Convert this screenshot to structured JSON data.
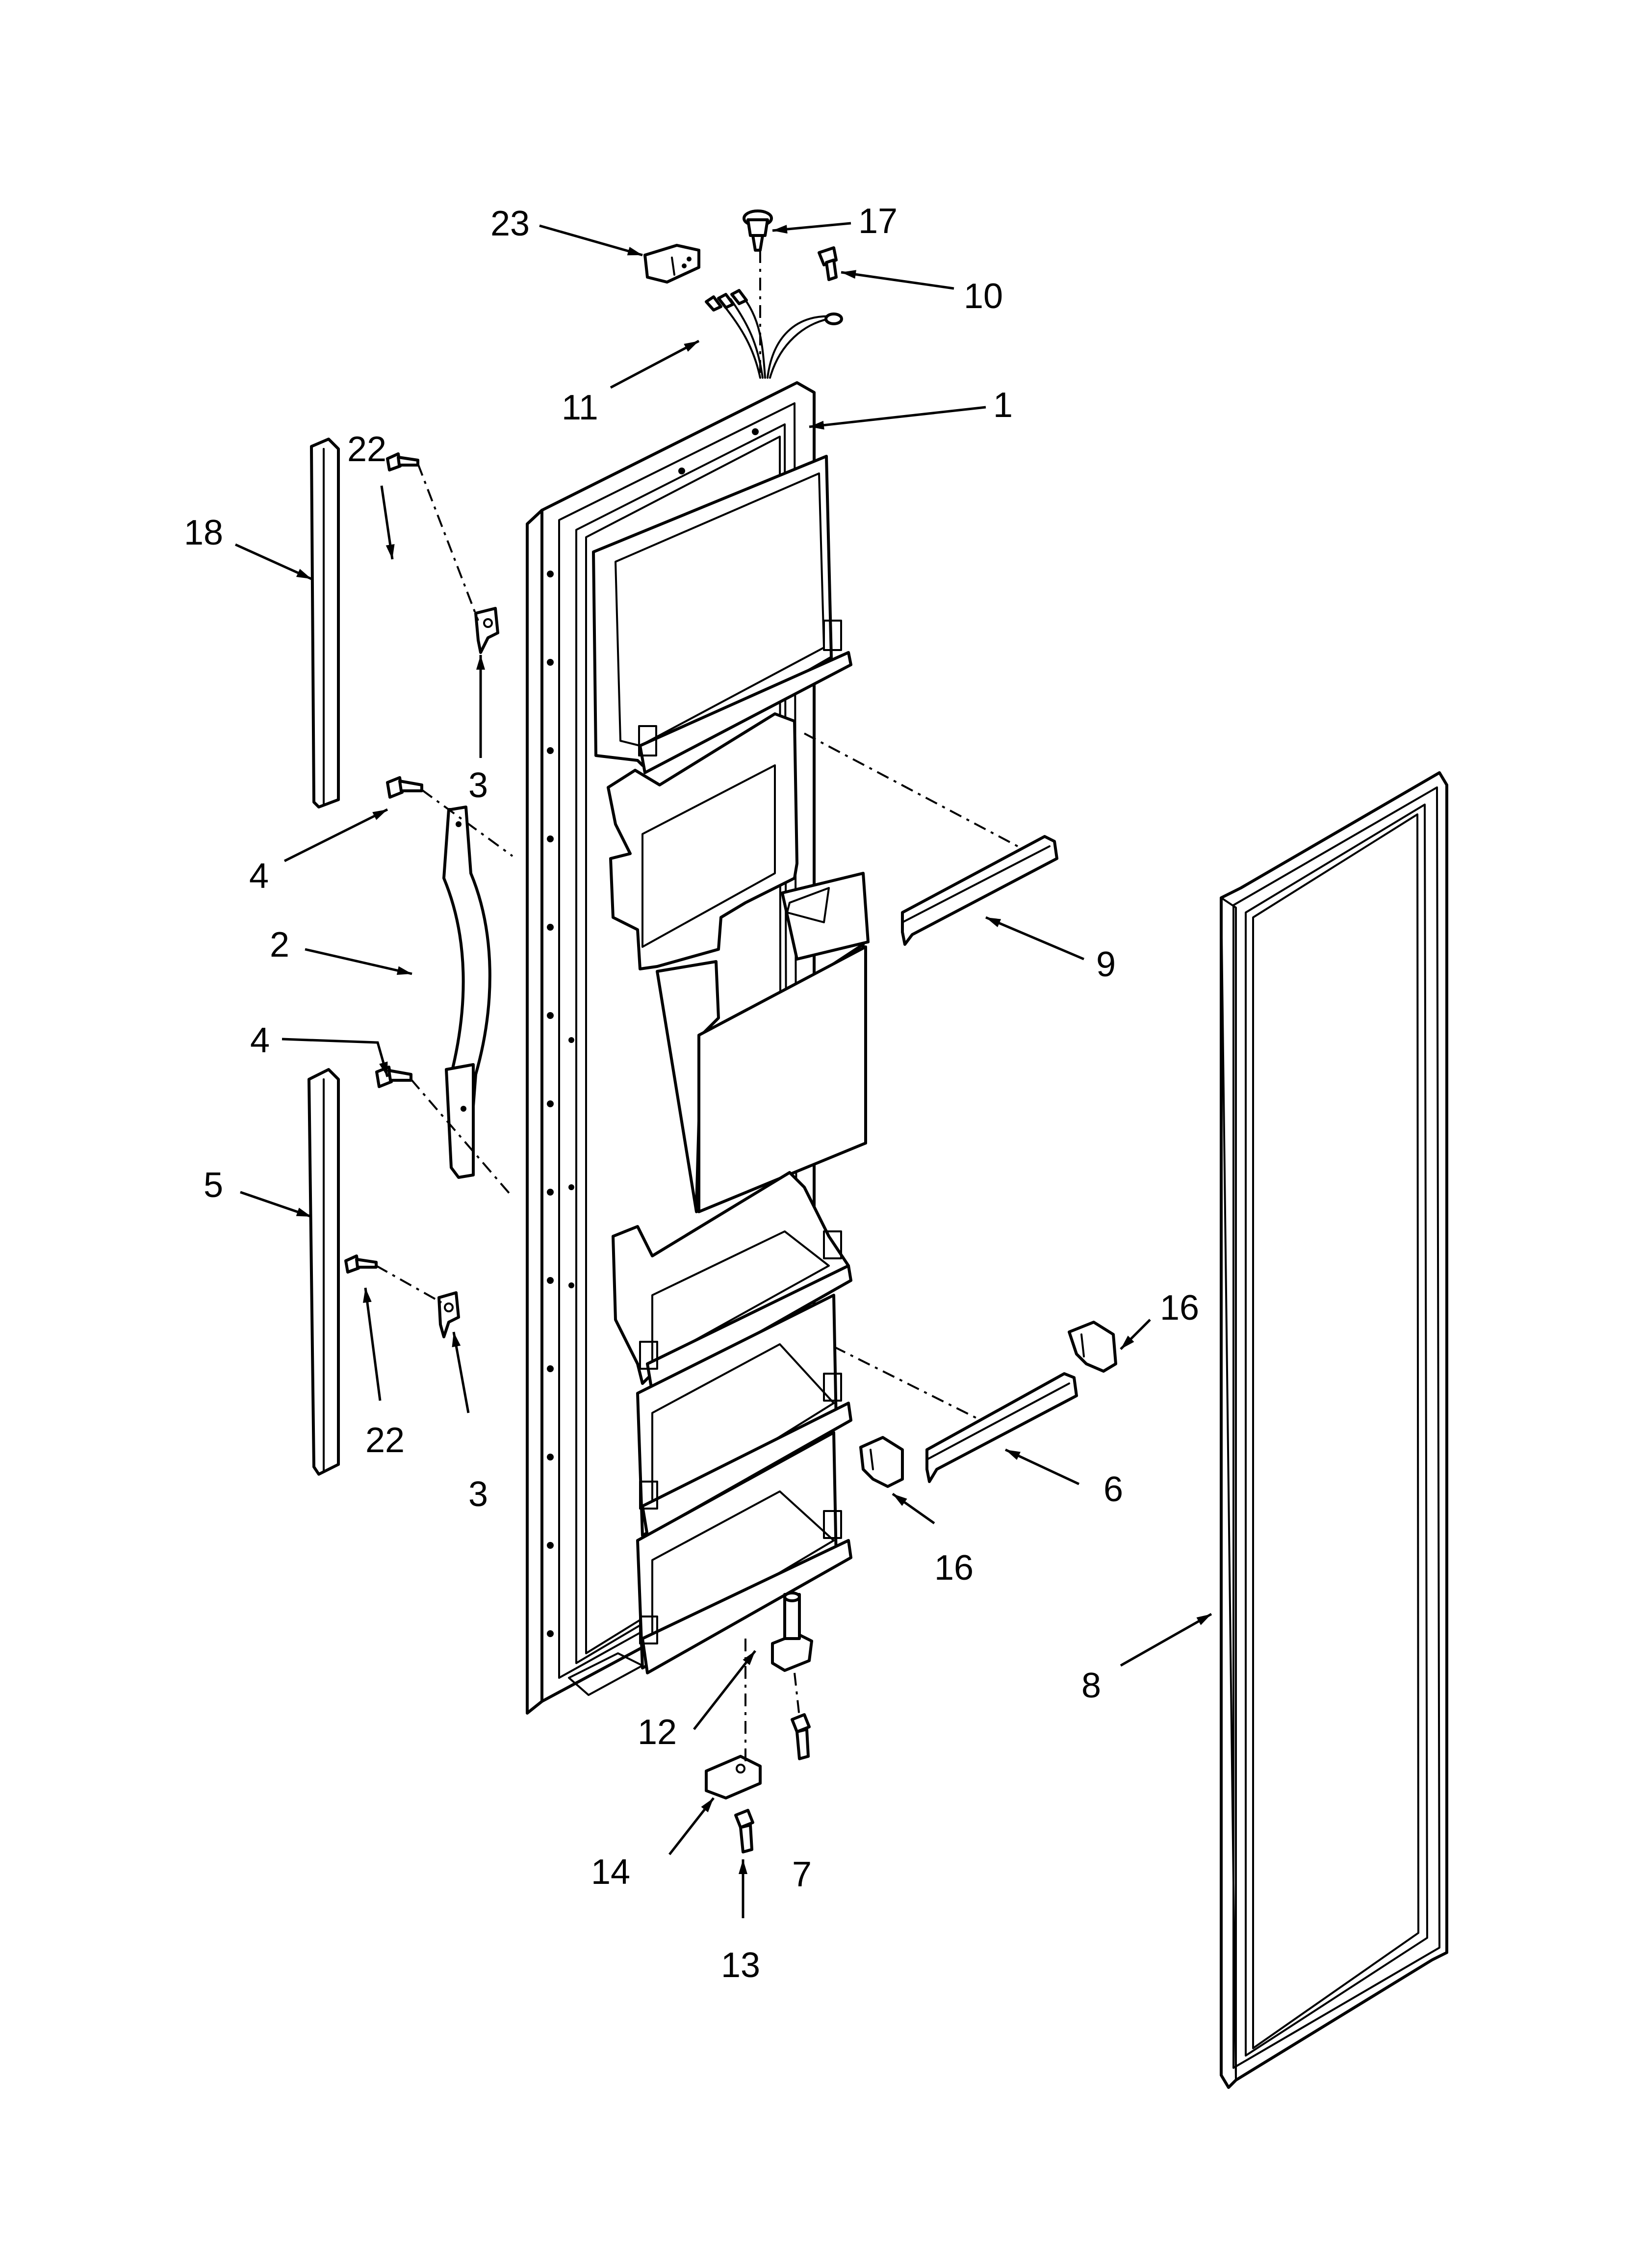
{
  "diagram": {
    "labels": {
      "p1": "1",
      "p2": "2",
      "p3a": "3",
      "p3b": "3",
      "p4a": "4",
      "p4b": "4",
      "p5": "5",
      "p6": "6",
      "p7": "7",
      "p8": "8",
      "p9": "9",
      "p10": "10",
      "p11": "11",
      "p12": "12",
      "p13": "13",
      "p14": "14",
      "p16a": "16",
      "p16b": "16",
      "p17": "17",
      "p18": "18",
      "p22a": "22",
      "p22b": "22",
      "p23": "23"
    }
  }
}
